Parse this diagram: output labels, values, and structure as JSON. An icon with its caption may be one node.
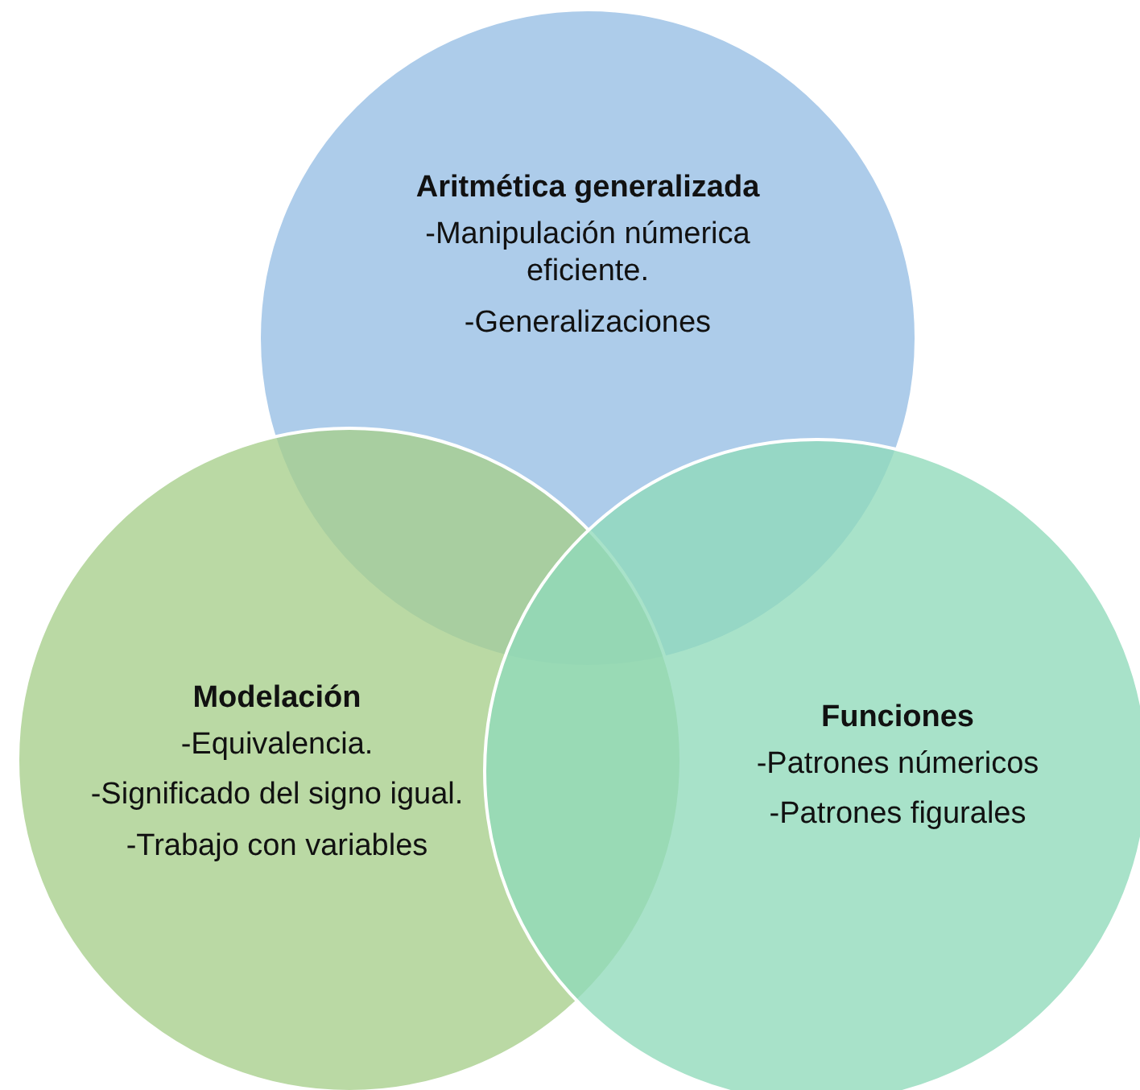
{
  "diagram": {
    "nodes": [
      {
        "text": [
          "Aritmética generalizada",
          "-Manipulación númerica eficiente.",
          "-Generalizaciones"
        ]
      },
      {
        "text": [
          "Modelación",
          "-Equivalencia.",
          "-Significado del signo igual.",
          "-Trabajo con variables"
        ]
      },
      {
        "text": [
          "Funciones",
          "-Patrones númericos",
          "-Patrones figurales"
        ]
      }
    ]
  }
}
